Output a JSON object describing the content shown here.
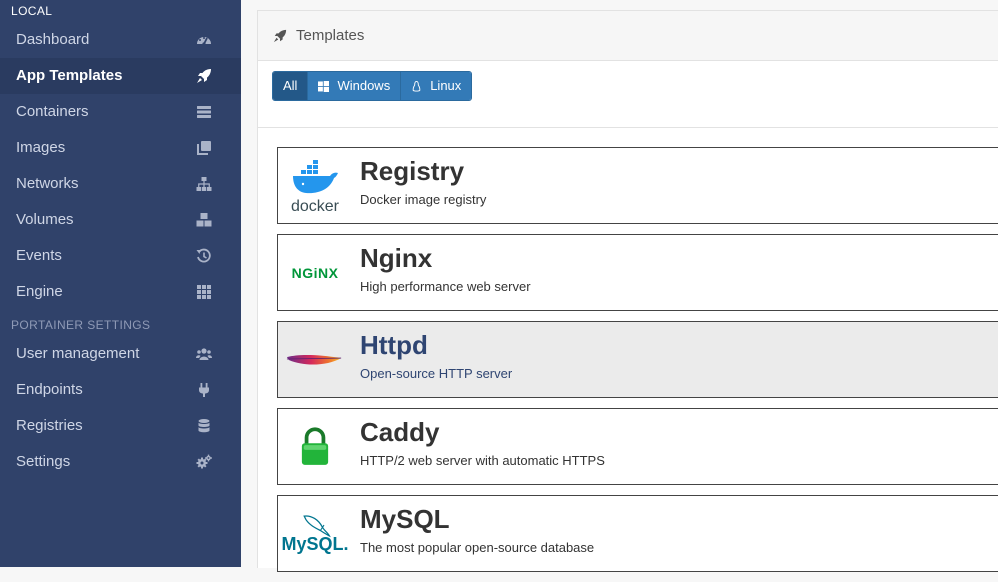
{
  "sidebar": {
    "section_local": "LOCAL",
    "section_settings": "PORTAINER SETTINGS",
    "local_items": [
      {
        "label": "Dashboard",
        "icon": "dashboard-icon"
      },
      {
        "label": "App Templates",
        "icon": "rocket-icon",
        "active": true
      },
      {
        "label": "Containers",
        "icon": "server-icon"
      },
      {
        "label": "Images",
        "icon": "clone-icon"
      },
      {
        "label": "Networks",
        "icon": "sitemap-icon"
      },
      {
        "label": "Volumes",
        "icon": "cubes-icon"
      },
      {
        "label": "Events",
        "icon": "history-icon"
      },
      {
        "label": "Engine",
        "icon": "th-icon"
      }
    ],
    "settings_items": [
      {
        "label": "User management",
        "icon": "users-icon"
      },
      {
        "label": "Endpoints",
        "icon": "plug-icon"
      },
      {
        "label": "Registries",
        "icon": "database-icon"
      },
      {
        "label": "Settings",
        "icon": "cogs-icon"
      }
    ]
  },
  "panel": {
    "title": "Templates",
    "icon": "rocket-icon"
  },
  "filters": [
    {
      "label": "All",
      "active": true
    },
    {
      "label": "Windows",
      "icon": "windows-icon"
    },
    {
      "label": "Linux",
      "icon": "linux-icon"
    }
  ],
  "templates": [
    {
      "title": "Registry",
      "description": "Docker image registry",
      "logo": "docker-logo"
    },
    {
      "title": "Nginx",
      "description": "High performance web server",
      "logo": "nginx-logo",
      "logo_text": "NGiNX"
    },
    {
      "title": "Httpd",
      "description": "Open-source HTTP server",
      "logo": "apache-feather-logo",
      "hovered": true
    },
    {
      "title": "Caddy",
      "description": "HTTP/2 web server with automatic HTTPS",
      "logo": "padlock-logo"
    },
    {
      "title": "MySQL",
      "description": "The most popular open-source database",
      "logo": "mysql-logo",
      "logo_text": "MySQL."
    }
  ],
  "colors": {
    "sidebar_bg": "#30426a",
    "sidebar_active_bg": "#2a3b60",
    "button_primary": "#337ab7",
    "button_active": "#235888",
    "nginx_green": "#009639",
    "docker_blue": "#2496ed",
    "caddy_green": "#22b43a",
    "mysql_blue": "#00758f",
    "mysql_orange": "#f29111"
  }
}
